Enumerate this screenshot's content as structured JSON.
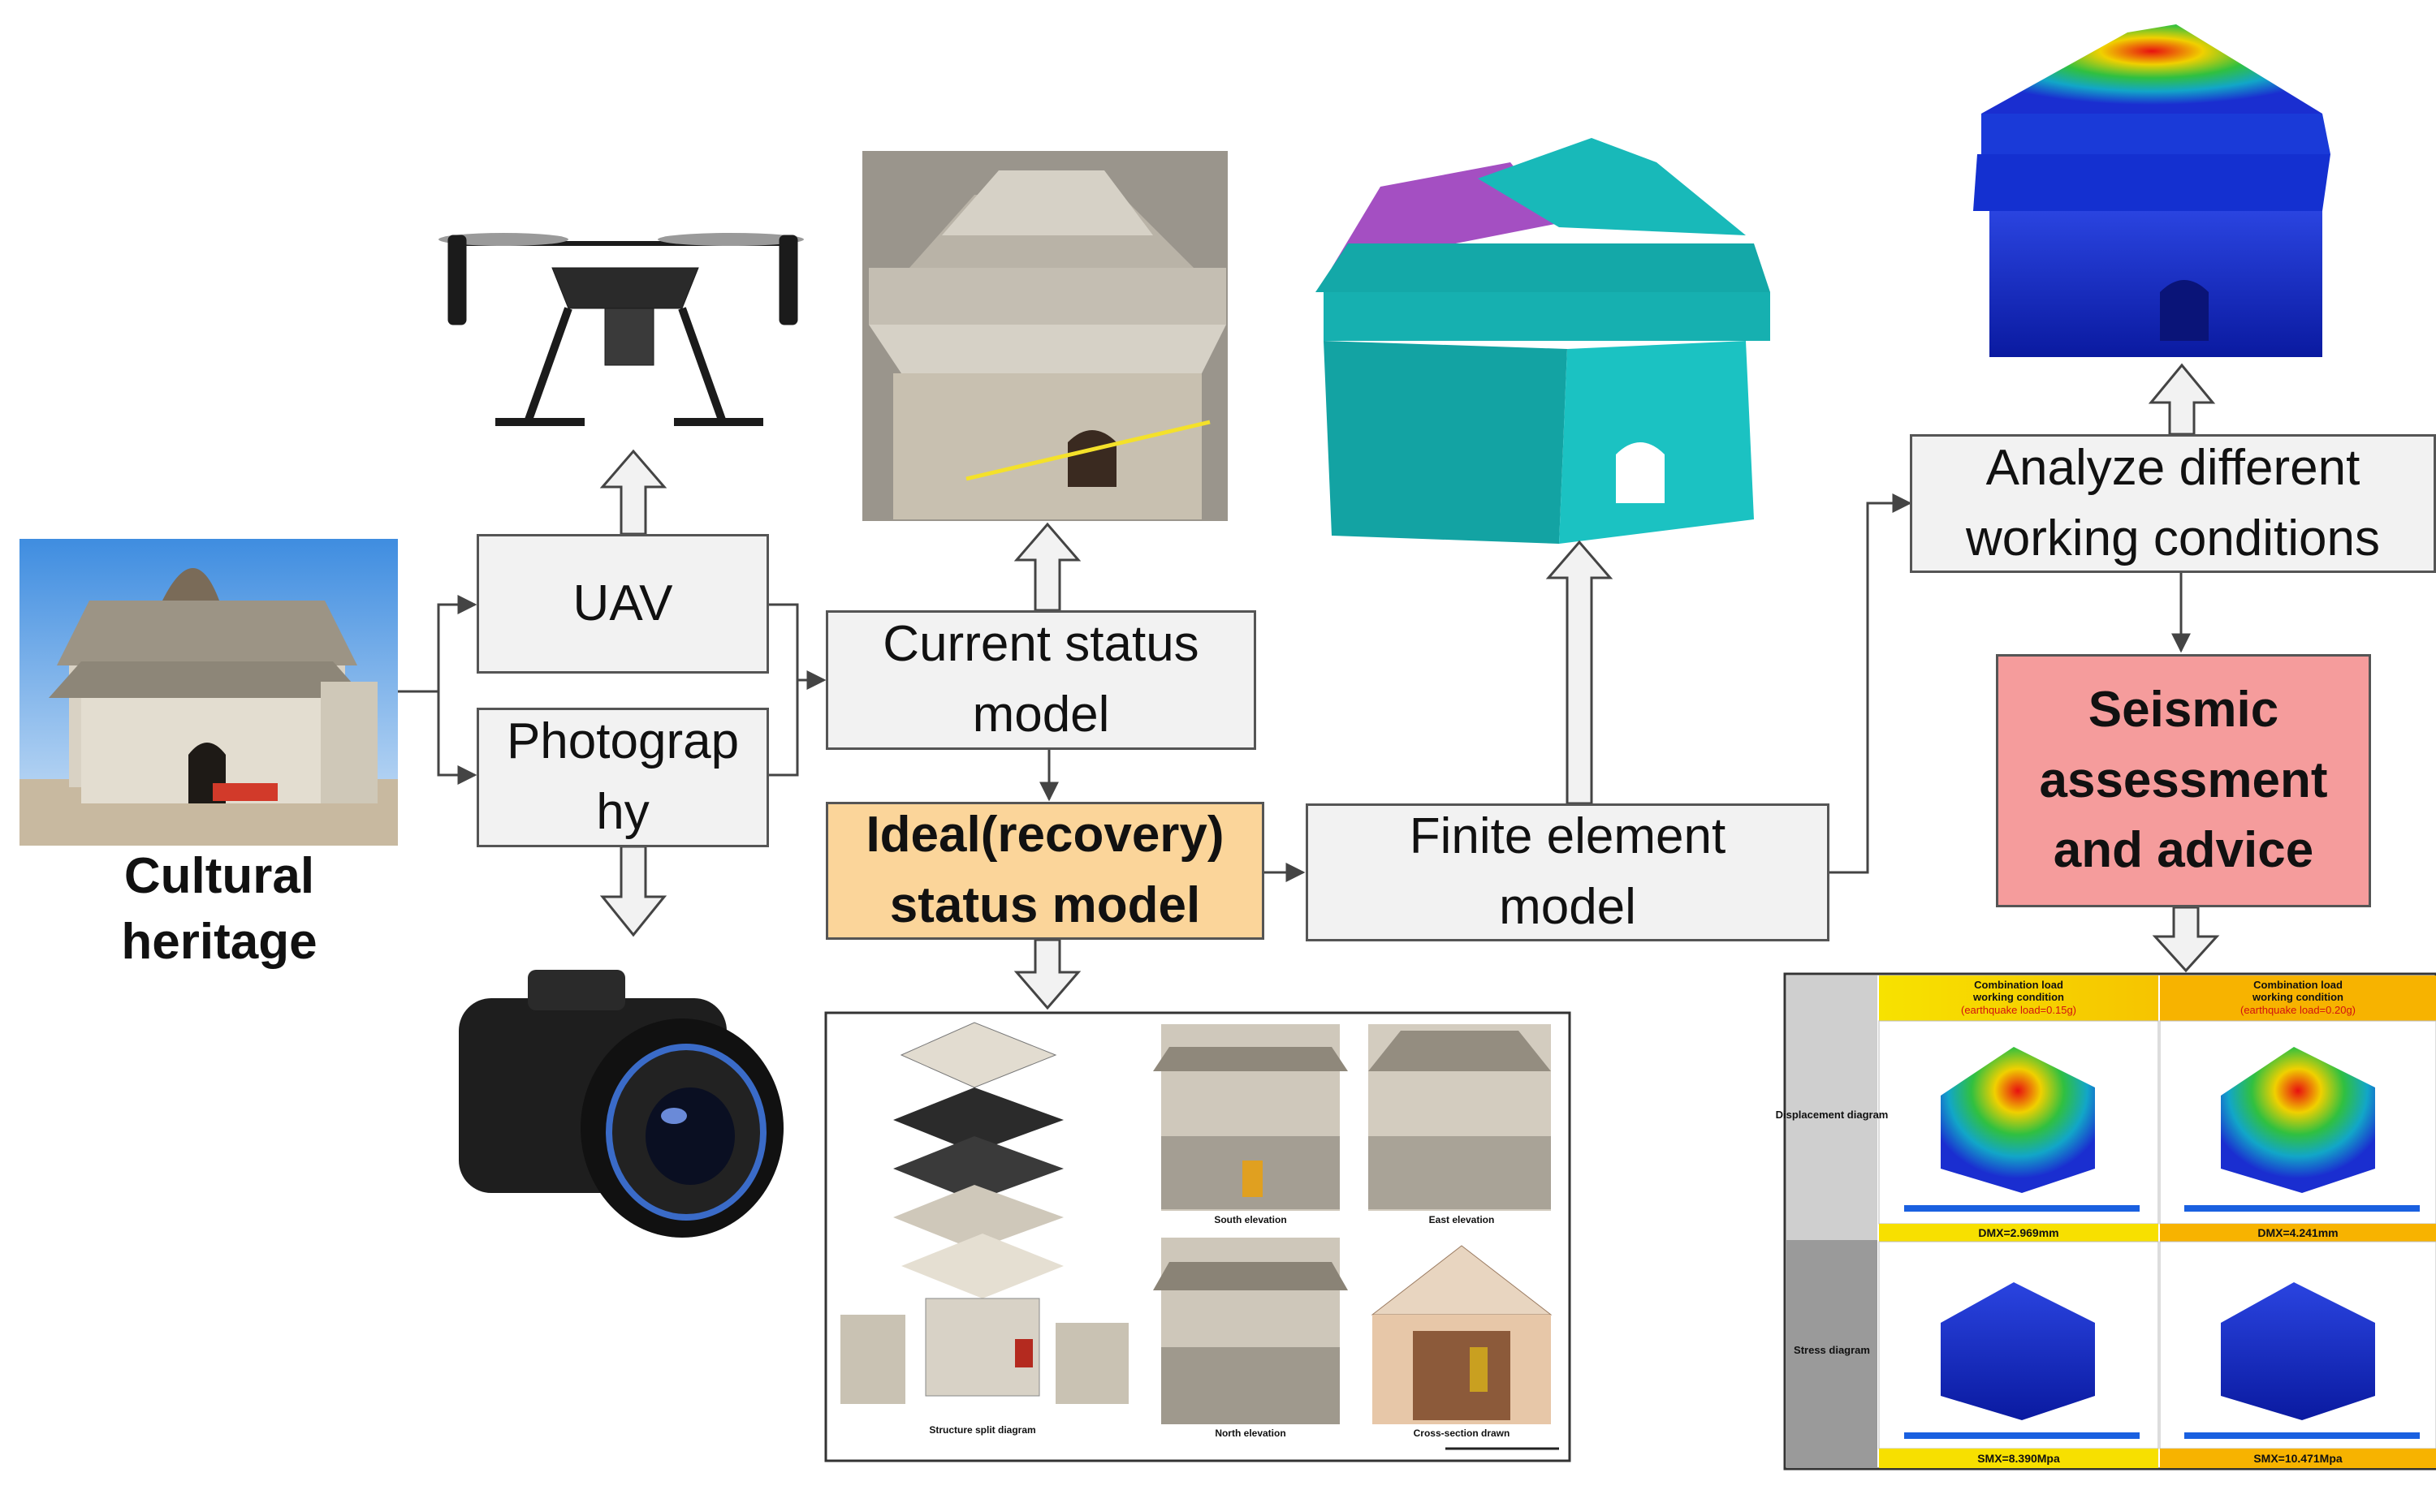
{
  "nodes": {
    "heritage_label": "Cultural heritage",
    "uav": "UAV",
    "photography": "Photography",
    "current": "Current status model",
    "ideal": "Ideal(recovery) status model",
    "fem": "Finite element model",
    "analyze": "Analyze different working conditions",
    "seismic": "Seismic assessment and advice"
  },
  "colors": {
    "box_fill": "#f2f2f2",
    "ideal_fill": "#fbd59a",
    "seismic_fill": "#f59c9c",
    "fem_mesh": "#18b9b9",
    "fem_roof": "#a44fc2",
    "analysis_blue": "#1530d8"
  },
  "drawings_panel": {
    "split": "Structure split diagram",
    "south": "South elevation",
    "east": "East elevation",
    "north": "North elevation",
    "cross": "Cross-section drawn"
  },
  "results_table": {
    "col1_header_1": "Combination load",
    "col1_header_2": "working condition",
    "col1_header_3": "(earthquake load=0.15g)",
    "col2_header_1": "Combination load",
    "col2_header_2": "working condition",
    "col2_header_3": "(earthquake load=0.20g)",
    "row1": "Displacement diagram",
    "row2": "Stress diagram",
    "dmx1": "DMX=2.969mm",
    "dmx2": "DMX=4.241mm",
    "smx1": "SMX=8.390Mpa",
    "smx2": "SMX=10.471Mpa"
  }
}
